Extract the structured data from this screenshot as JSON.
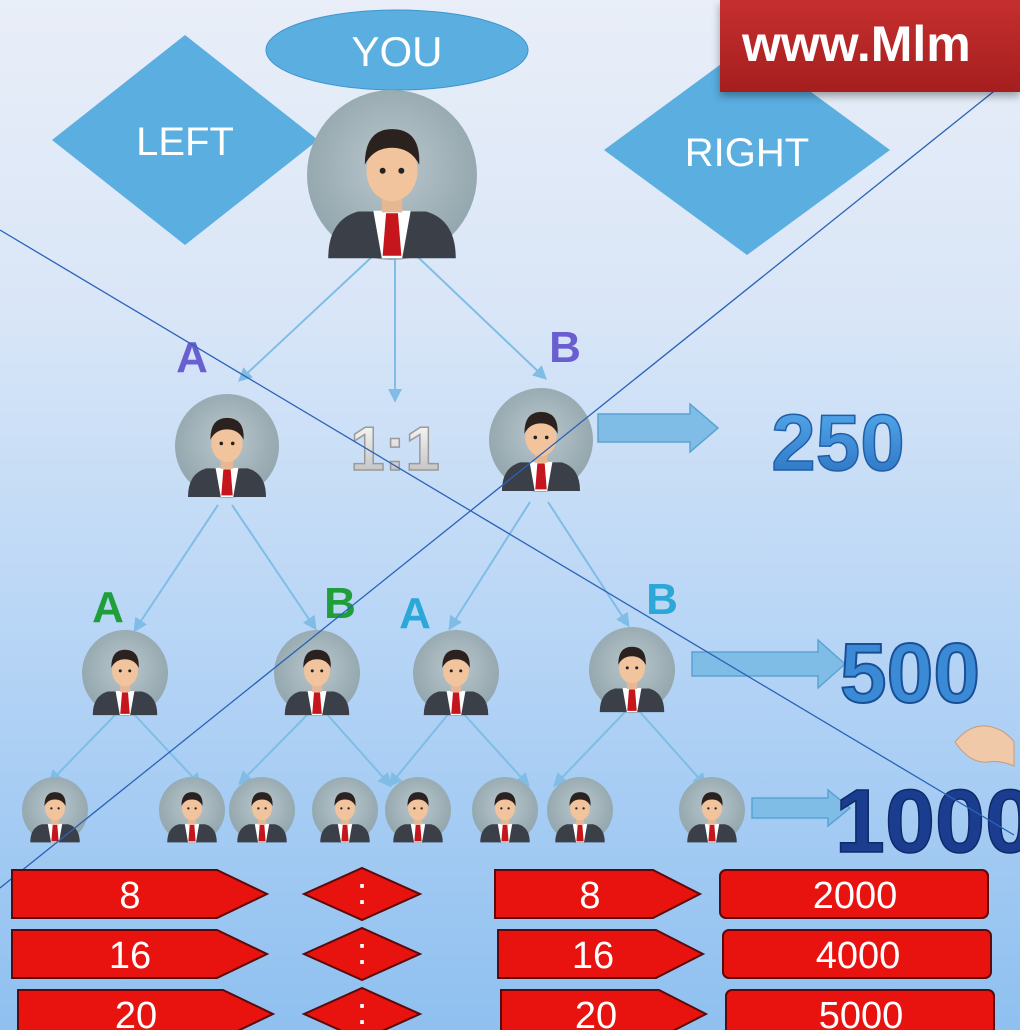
{
  "banner": {
    "text": "www.Mlm"
  },
  "top": {
    "you": "YOU",
    "left": "LEFT",
    "right": "RIGHT"
  },
  "labels": {
    "level1_left": "A",
    "level1_right": "B",
    "ratio": "1:1",
    "level2": [
      "A",
      "B",
      "A",
      "B"
    ]
  },
  "values": {
    "level1": "250",
    "level2": "500",
    "level3": "1000"
  },
  "bottom": {
    "left_column": [
      "8",
      "16",
      "20"
    ],
    "middle_column": [
      ":",
      ":",
      ":"
    ],
    "right_column": [
      "8",
      "16",
      "20"
    ],
    "result_column": [
      "2000",
      "4000",
      "5000"
    ]
  },
  "colors": {
    "diamond": "#5aaee0",
    "arrow": "#7fbde6",
    "red_button": "#e8120f",
    "label_purple": "#6a5fd0",
    "label_green": "#1f9e3a",
    "label_cyan": "#2ba7d8",
    "value_blue": "#3a8ad6",
    "value_dark": "#1a3d8f"
  }
}
